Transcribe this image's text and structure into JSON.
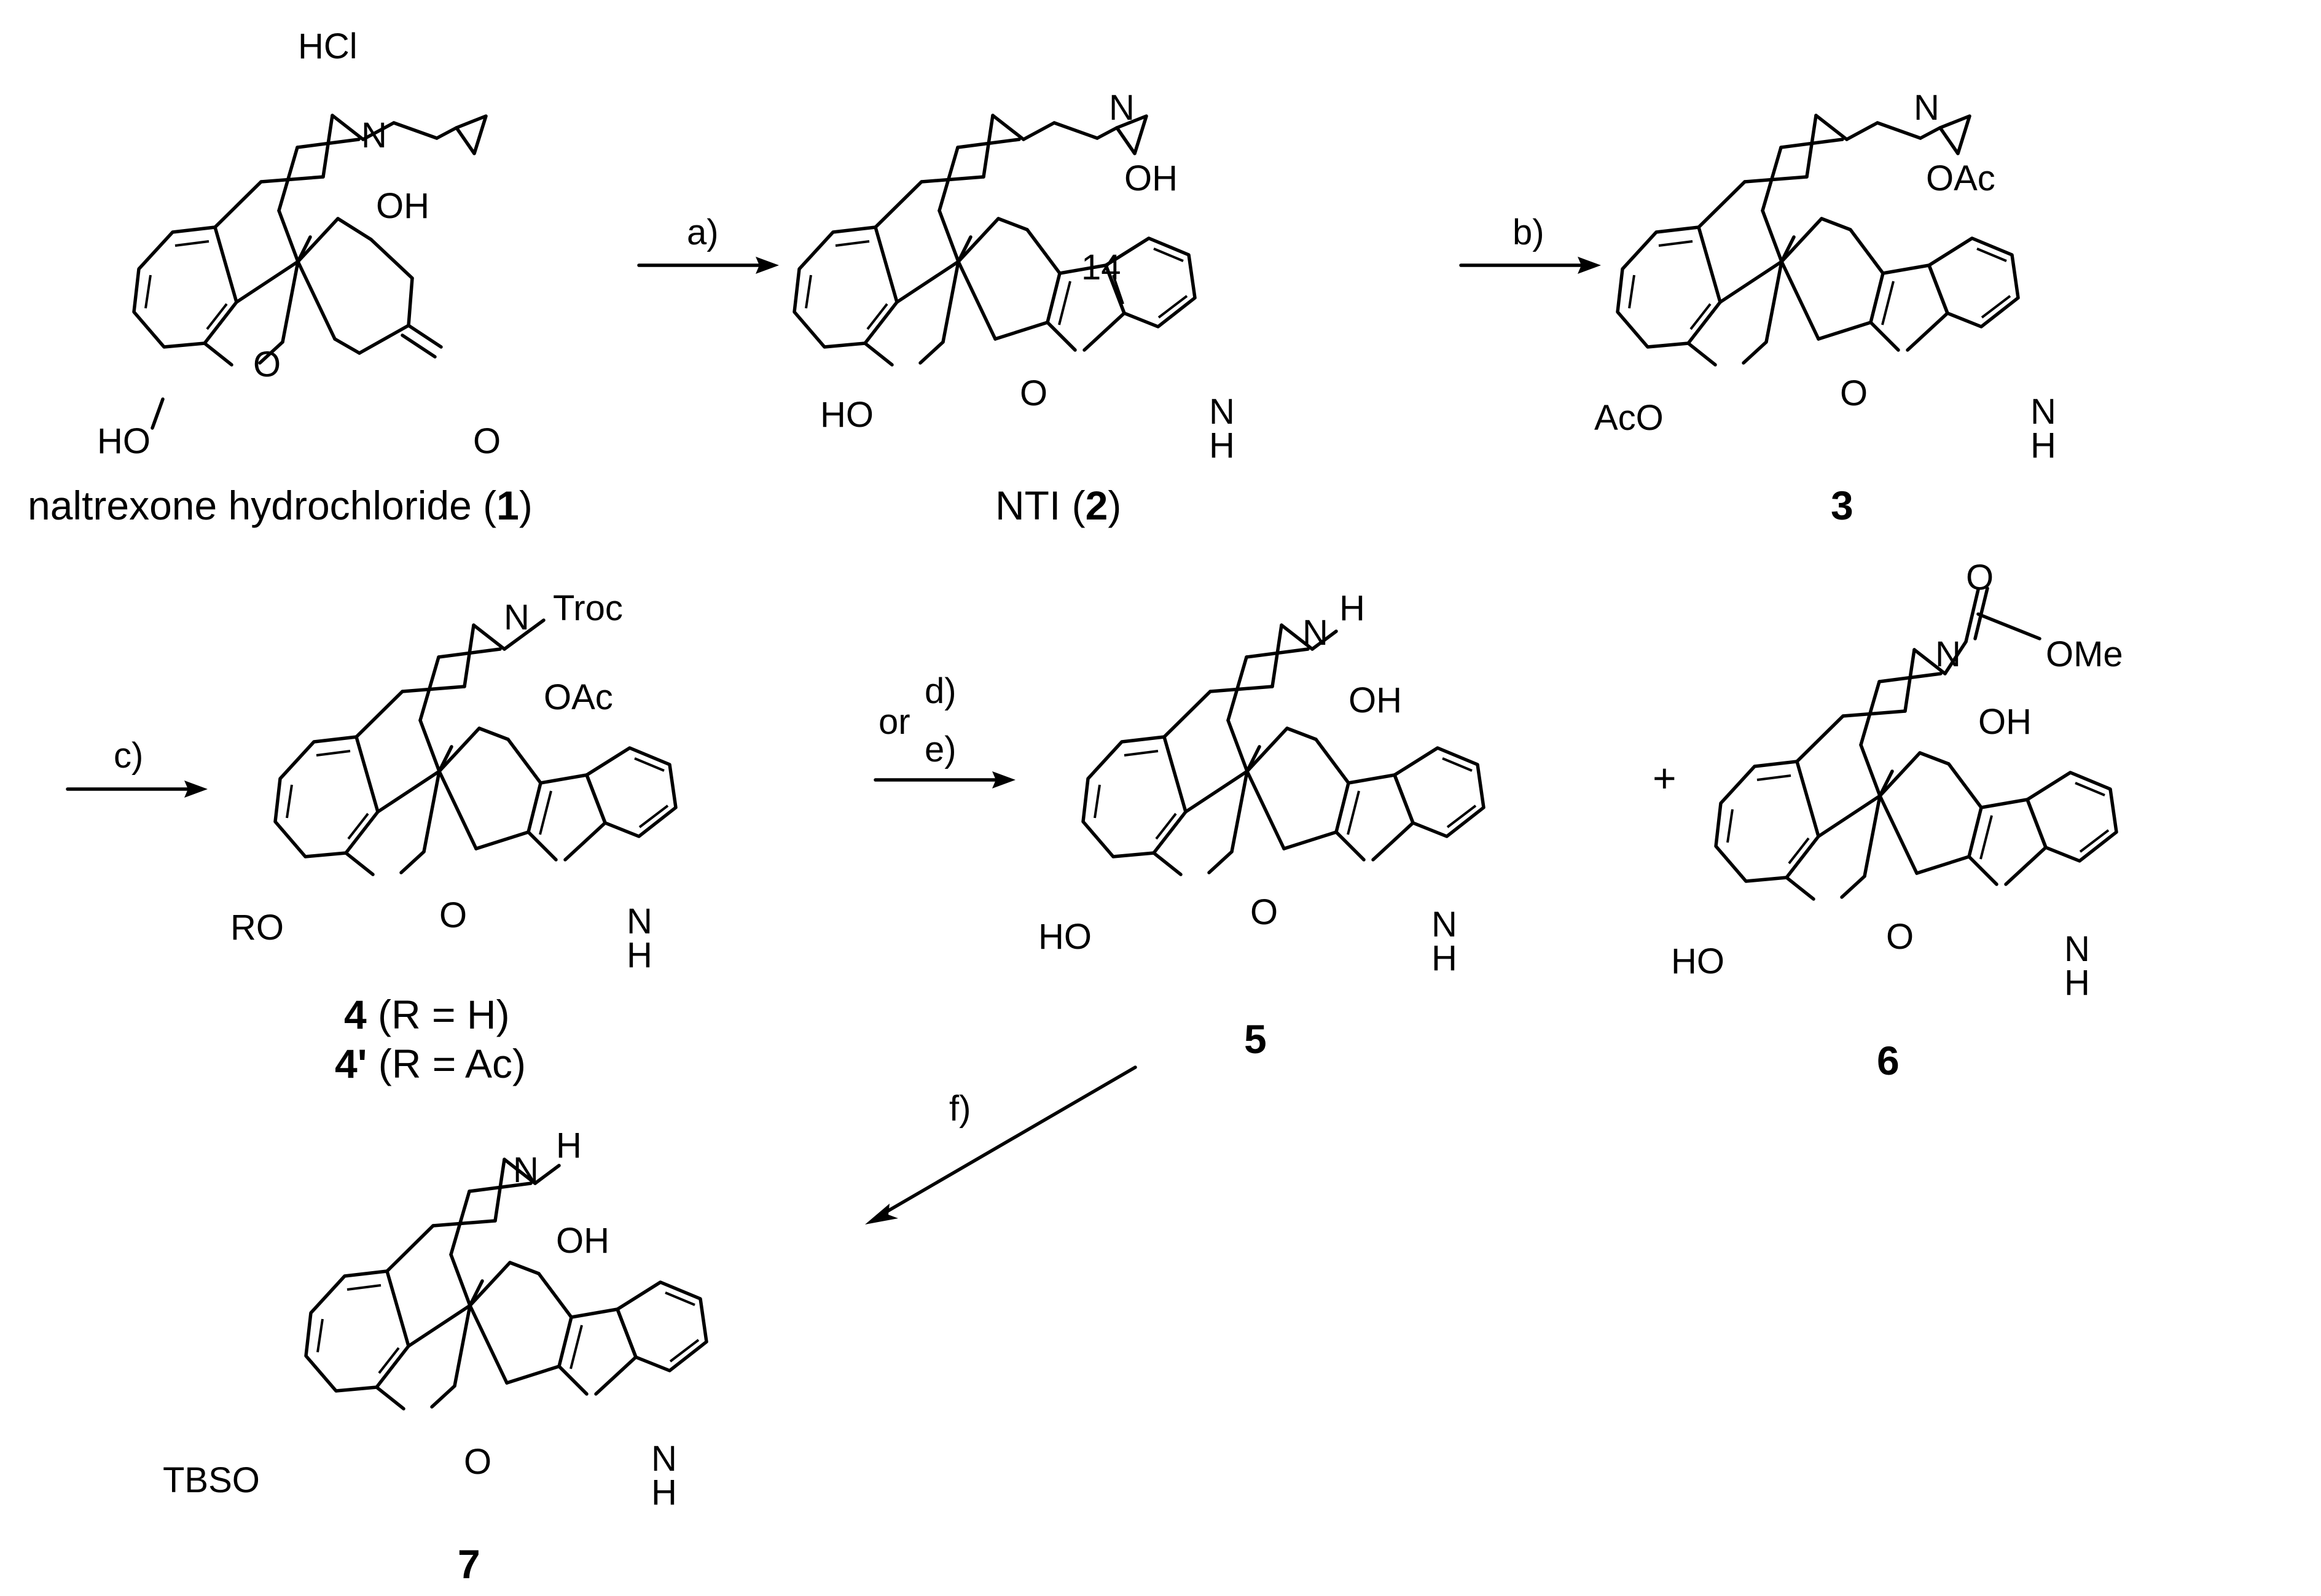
{
  "scheme": {
    "colors": {
      "ink": "#000000",
      "background": "#ffffff"
    },
    "compounds": {
      "c1": {
        "salt": "HCl",
        "caption": "naltrexone hydrochloride (",
        "number": "1",
        "caption_end": ")"
      },
      "c2": {
        "caption": "NTI (",
        "number": "2",
        "caption_end": ")",
        "position_label": "14"
      },
      "c3": {
        "number": "3"
      },
      "c4": {
        "number": "4",
        "variant": " (R = H)",
        "number_alt": "4'",
        "variant_alt": " (R = Ac)"
      },
      "c5": {
        "number": "5"
      },
      "c6": {
        "number": "6"
      },
      "c7": {
        "number": "7"
      }
    },
    "labels": {
      "N": "N",
      "OH": "OH",
      "HO": "HO",
      "O": "O",
      "NH_N": "N",
      "NH_H": "H",
      "H": "H",
      "OAc": "OAc",
      "AcO": "AcO",
      "Troc": "Troc",
      "RO": "RO",
      "OMe": "OMe",
      "TBSO": "TBSO"
    },
    "steps": {
      "a": "a)",
      "b": "b)",
      "c": "c)",
      "d": "d)",
      "or": "or",
      "e": "e)",
      "f": "f)",
      "plus": "+"
    }
  }
}
